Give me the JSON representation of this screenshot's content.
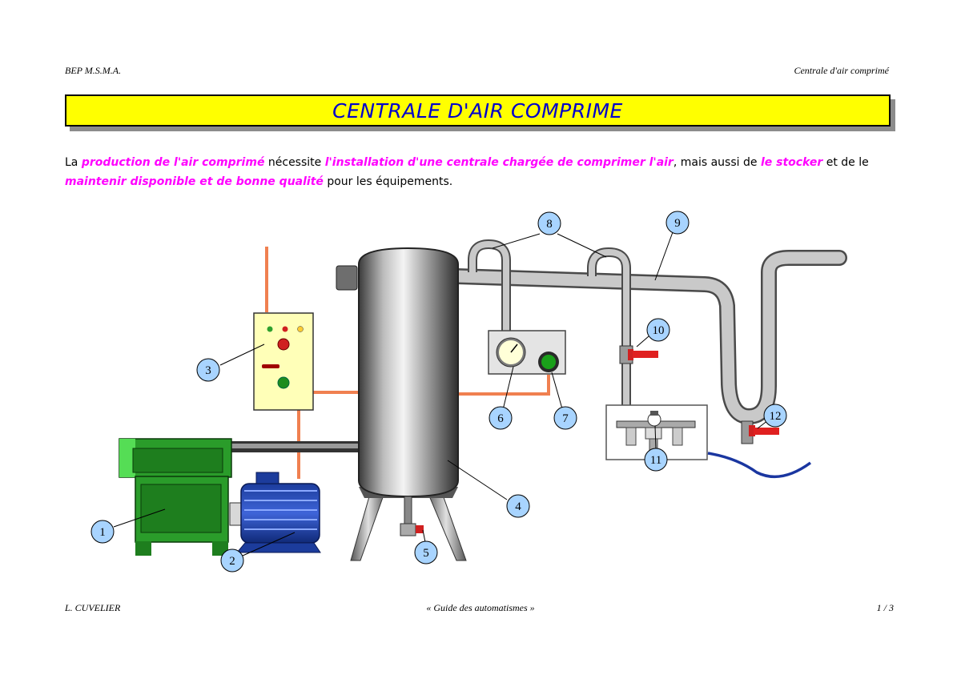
{
  "header": {
    "left": "BEP M.S.M.A.",
    "right": "Centrale d'air comprimé"
  },
  "title": "CENTRALE D'AIR COMPRIME",
  "intro": {
    "p1": "La ",
    "h1": "production de l'air comprimé",
    "p2": " nécessite ",
    "h2": "l'installation d'une centrale chargée de comprimer l'air",
    "p3": ", mais aussi de ",
    "h3": "le stocker",
    "p4": " et de le ",
    "h4": "maintenir disponible et de bonne qualité",
    "p5": " pour les équipements."
  },
  "labels": [
    "1",
    "2",
    "3",
    "4",
    "5",
    "6",
    "7",
    "8",
    "9",
    "10",
    "11",
    "12"
  ],
  "footer": {
    "left": "L. CUVELIER",
    "center": "« Guide des automatismes »",
    "right": "1 / 3"
  },
  "colors": {
    "title_bg": "#ffff00",
    "title_text": "#0000cc",
    "highlight": "#ff00ff",
    "callout_fill": "#a8d4ff",
    "wire": "#f08050"
  },
  "icons": [
    "compressor",
    "electric-motor",
    "control-box",
    "air-tank",
    "drain-valve",
    "pressure-gauge",
    "pressure-switch",
    "gooseneck-pipe",
    "main-pipe",
    "shutoff-valve",
    "frl-unit",
    "purge-valve"
  ]
}
